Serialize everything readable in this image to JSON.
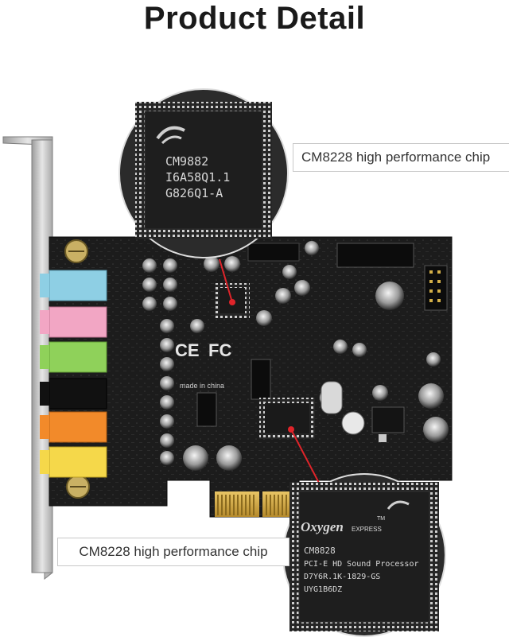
{
  "page": {
    "title": "Product Detail"
  },
  "callouts": {
    "top_label": "CM8228 high performance chip",
    "bottom_label": "CM8228 high performance chip"
  },
  "board": {
    "ce_mark": "CE",
    "fc_mark": "FC",
    "made_in": "made in china"
  },
  "chip_top": {
    "line1": "CM9882",
    "line2": "I6A58Q1.1",
    "line3": "G826Q1-A"
  },
  "chip_bottom": {
    "brand": "Oxygen",
    "brand_sub": "EXPRESS",
    "tm": "TM",
    "line1": "CM8828",
    "line2": "PCI-E HD Sound Processor",
    "line3": "D7Y6R.1K-1829-GS",
    "line4": "UYG1B6DZ"
  },
  "colors": {
    "board": "#1c1c1c",
    "jack_blue": "#8ecfe4",
    "jack_pink": "#f2a6c4",
    "jack_green": "#8fd15a",
    "jack_black": "#111111",
    "jack_orange": "#f28a2a",
    "jack_yellow": "#f5d84a",
    "gold": "#c9a34a",
    "arrow": "#e0242a"
  }
}
